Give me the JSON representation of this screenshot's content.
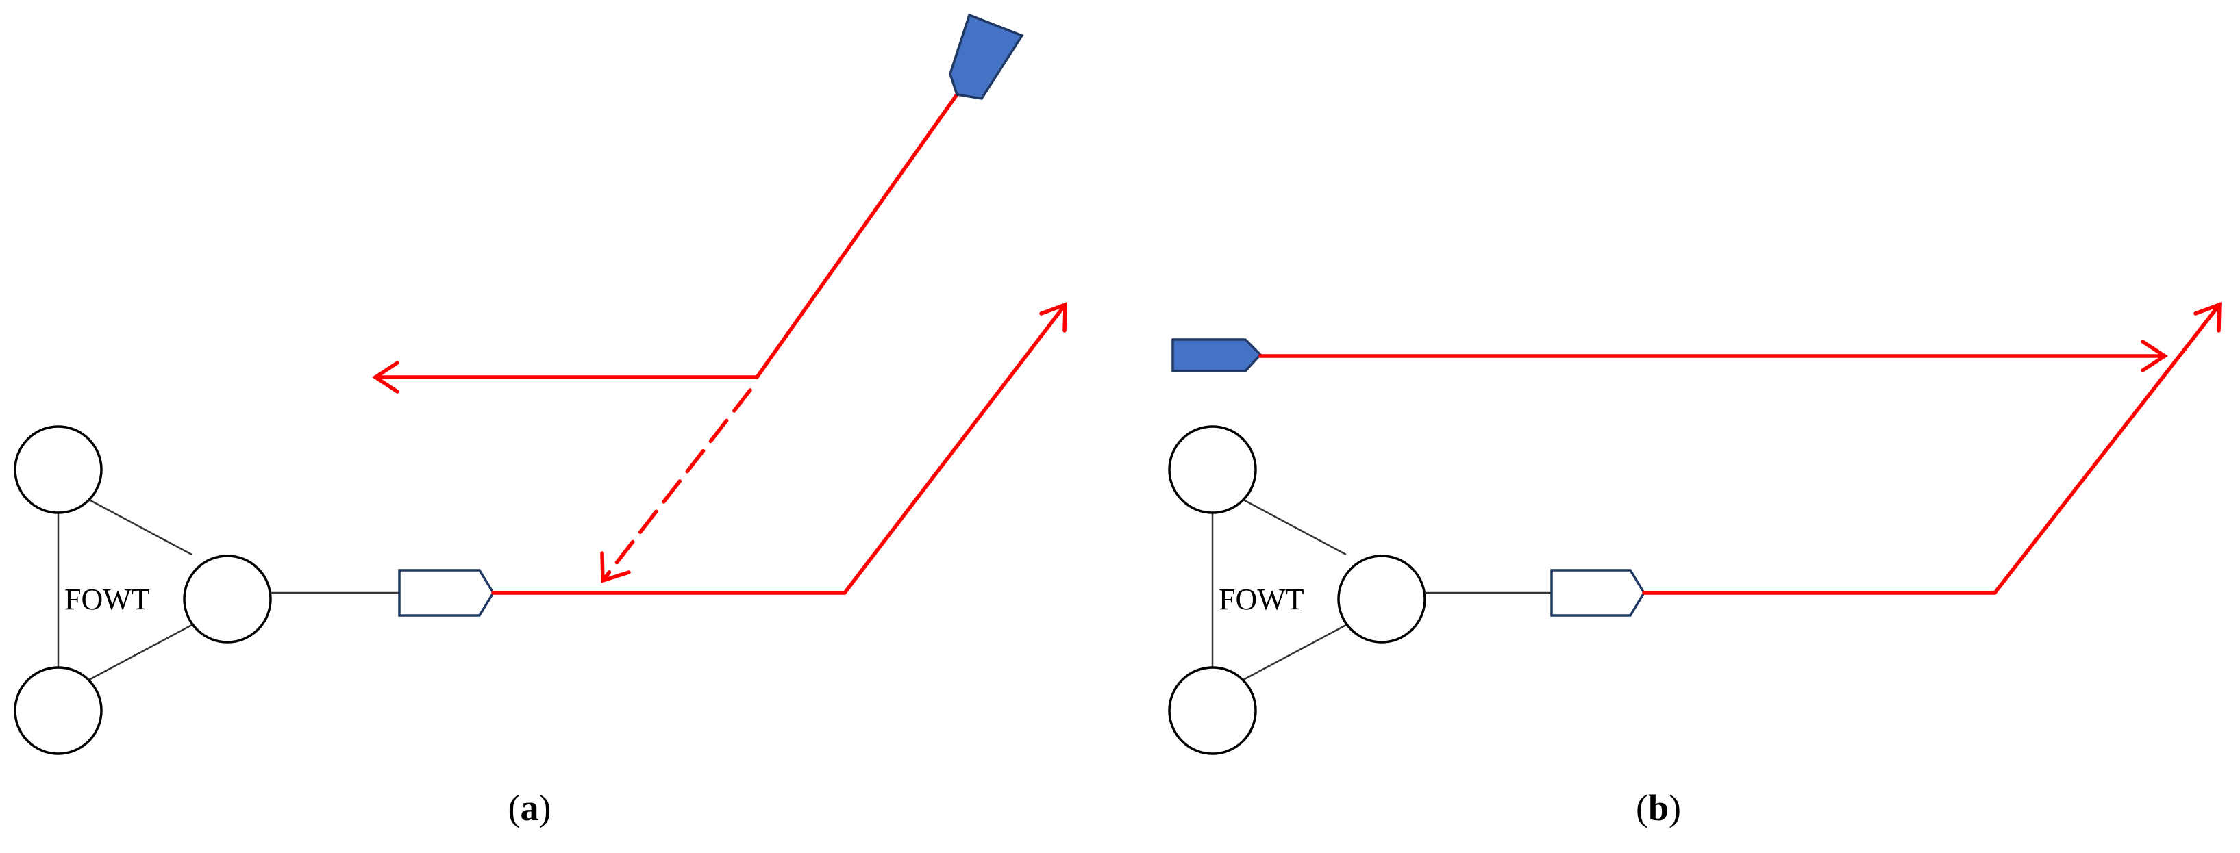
{
  "colors": {
    "route": "#ff0000",
    "vessel_fill": "#4472c4",
    "vessel_stroke": "#1f3864",
    "outline": "#000000"
  },
  "panels": [
    {
      "id": "a",
      "platform_label": "FOWT",
      "caption_open": "(",
      "caption_letter": "a",
      "caption_close": ")",
      "vessels": [
        "vessel-outline-icon",
        "vessel-filled-icon"
      ],
      "routes": [
        "solid-route",
        "dashed-route"
      ]
    },
    {
      "id": "b",
      "platform_label": "FOWT",
      "caption_open": "(",
      "caption_letter": "b",
      "caption_close": ")",
      "vessels": [
        "vessel-outline-icon",
        "vessel-filled-icon"
      ],
      "routes": [
        "solid-route"
      ]
    }
  ]
}
